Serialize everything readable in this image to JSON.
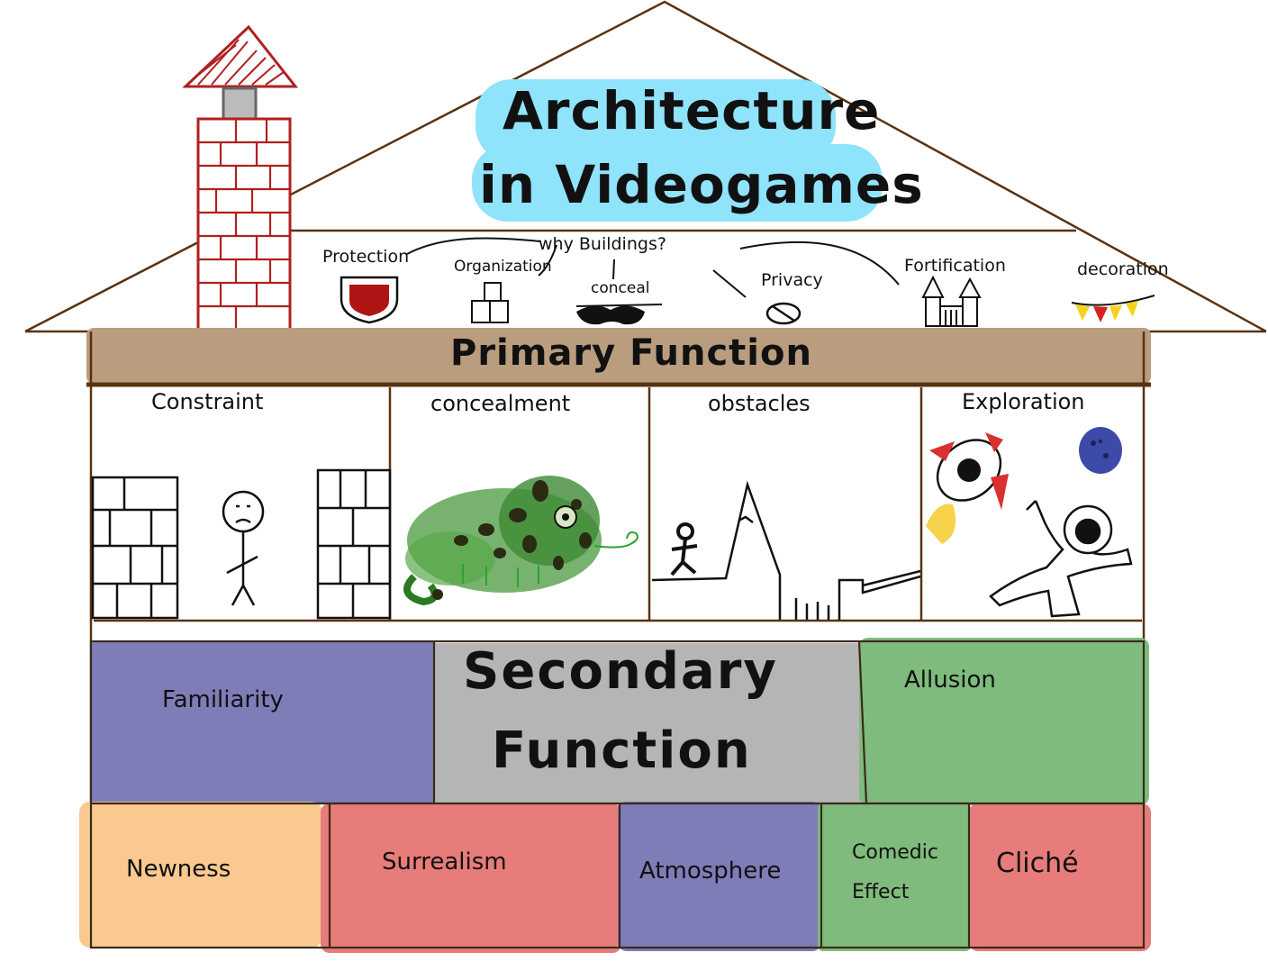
{
  "title": {
    "line1": "Architecture",
    "line2": "in Videogames"
  },
  "why_buildings": {
    "heading": "why Buildings?",
    "reasons": [
      "Protection",
      "Organization",
      "conceal",
      "Privacy",
      "Fortification",
      "decoration"
    ]
  },
  "primary": {
    "heading": "Primary Function",
    "panels": [
      "Constraint",
      "concealment",
      "obstacles",
      "Exploration"
    ]
  },
  "secondary": {
    "heading_line1": "Secondary",
    "heading_line2": "Function",
    "blocks": [
      "Familiarity",
      "Allusion",
      "Newness",
      "Surrealism",
      "Atmosphere",
      "Comedic",
      "Effect",
      "Cliché"
    ]
  },
  "colors": {
    "sky_blue": "#8fe3fb",
    "band_brown": "#b99d7e",
    "outline_brown": "#5a3210",
    "purple": "#7f7db8",
    "gray": "#b5b5b5",
    "green": "#7fbb7c",
    "peach": "#f9c98f",
    "salmon": "#e77c7b",
    "brick_red": "#b02020"
  },
  "icons": [
    "chimney-icon",
    "shield-icon",
    "boxes-icon",
    "mask-icon",
    "ban-icon",
    "castle-icon",
    "bunting-icon",
    "sad-stick-figure-icon",
    "chameleon-icon",
    "running-figure-icon",
    "mountain-icon",
    "rocket-icon",
    "planet-icon",
    "astronaut-icon"
  ]
}
